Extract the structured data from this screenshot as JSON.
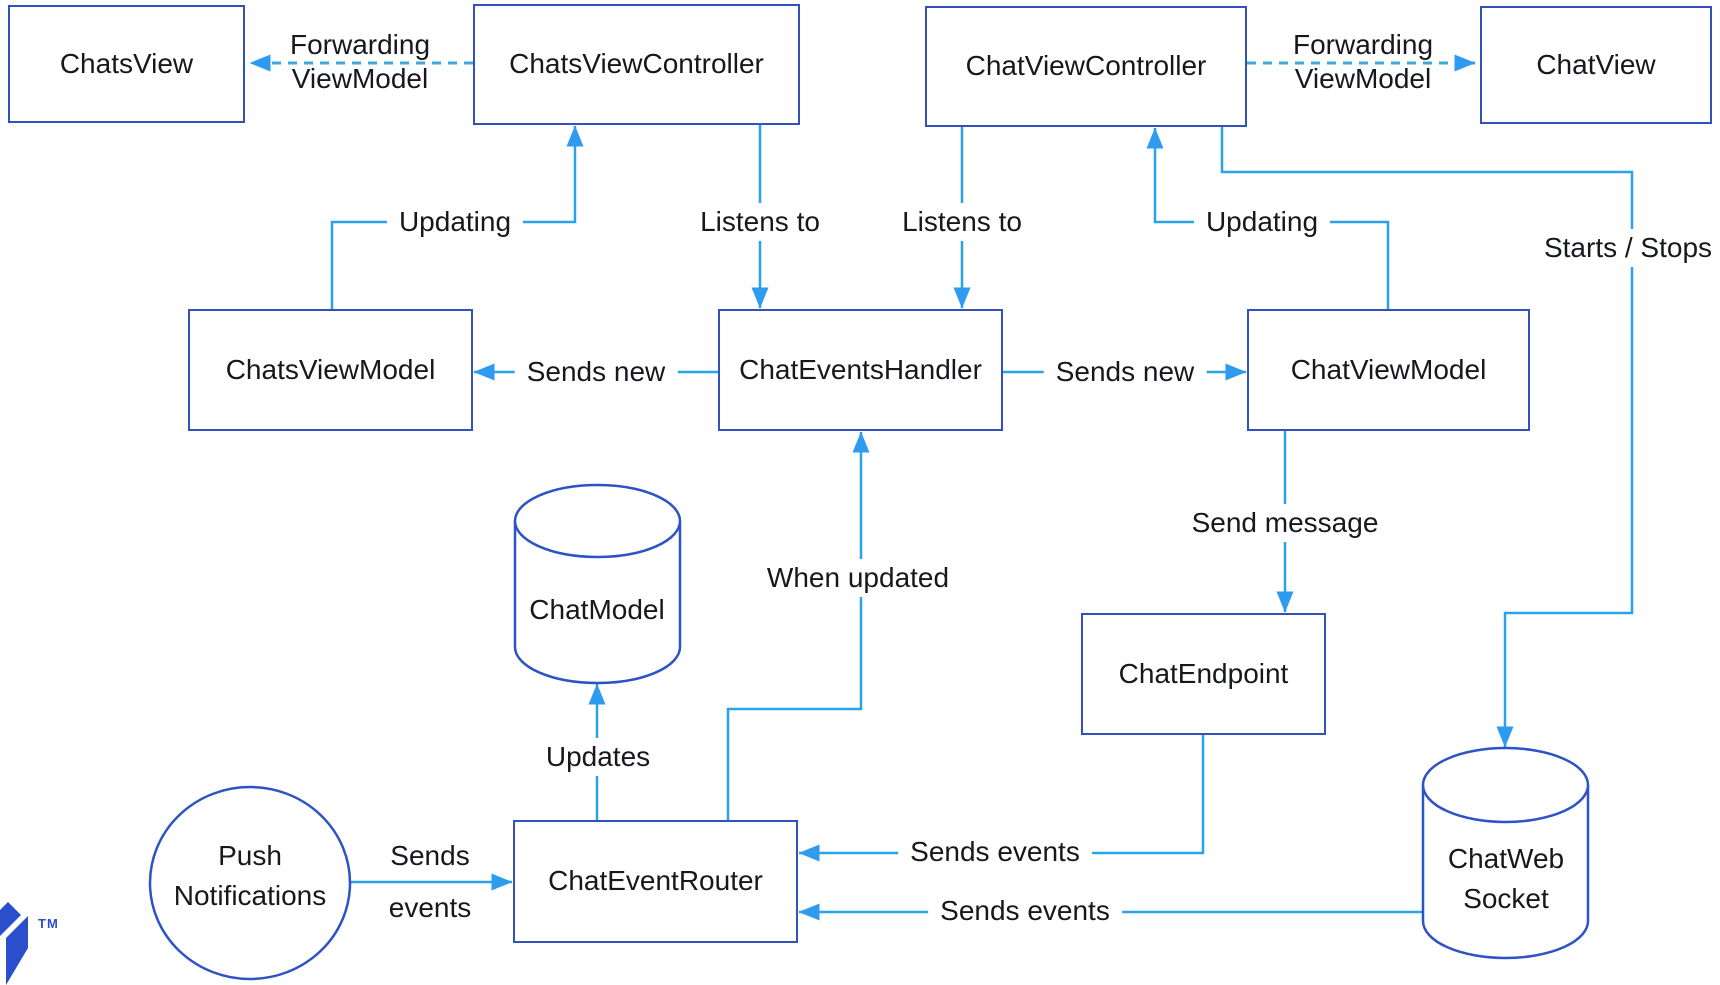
{
  "diagram": {
    "nodes": {
      "chats_view": "ChatsView",
      "chats_view_controller": "ChatsViewController",
      "chat_view_controller": "ChatViewController",
      "chat_view": "ChatView",
      "chats_view_model": "ChatsViewModel",
      "chat_events_handler": "ChatEventsHandler",
      "chat_view_model": "ChatViewModel",
      "chat_model": "ChatModel",
      "chat_endpoint": "ChatEndpoint",
      "chat_event_router": "ChatEventRouter",
      "chat_web_socket": {
        "line1": "ChatWeb",
        "line2": "Socket"
      },
      "push_notifications": {
        "line1": "Push",
        "line2": "Notifications"
      }
    },
    "edge_labels": {
      "forwarding_viewmodel": {
        "line1": "Forwarding",
        "line2": "ViewModel"
      },
      "updating": "Updating",
      "listens_to": "Listens to",
      "starts_stops": "Starts / Stops",
      "sends_new": "Sends new",
      "send_message": "Send message",
      "when_updated": "When updated",
      "updates": "Updates",
      "sends_events_stacked": {
        "line1": "Sends",
        "line2": "events"
      },
      "sends_events": "Sends events"
    },
    "logo": {
      "trademark": "TM"
    },
    "colors": {
      "node_border": "#3351bb",
      "shape_border": "#2d53c4",
      "connector": "#29a2ea",
      "arrowhead": "#2e9bf0",
      "dashed_connector": "#3aa9da",
      "text": "#16181d",
      "logo_blue": "#2b4fcb"
    }
  }
}
